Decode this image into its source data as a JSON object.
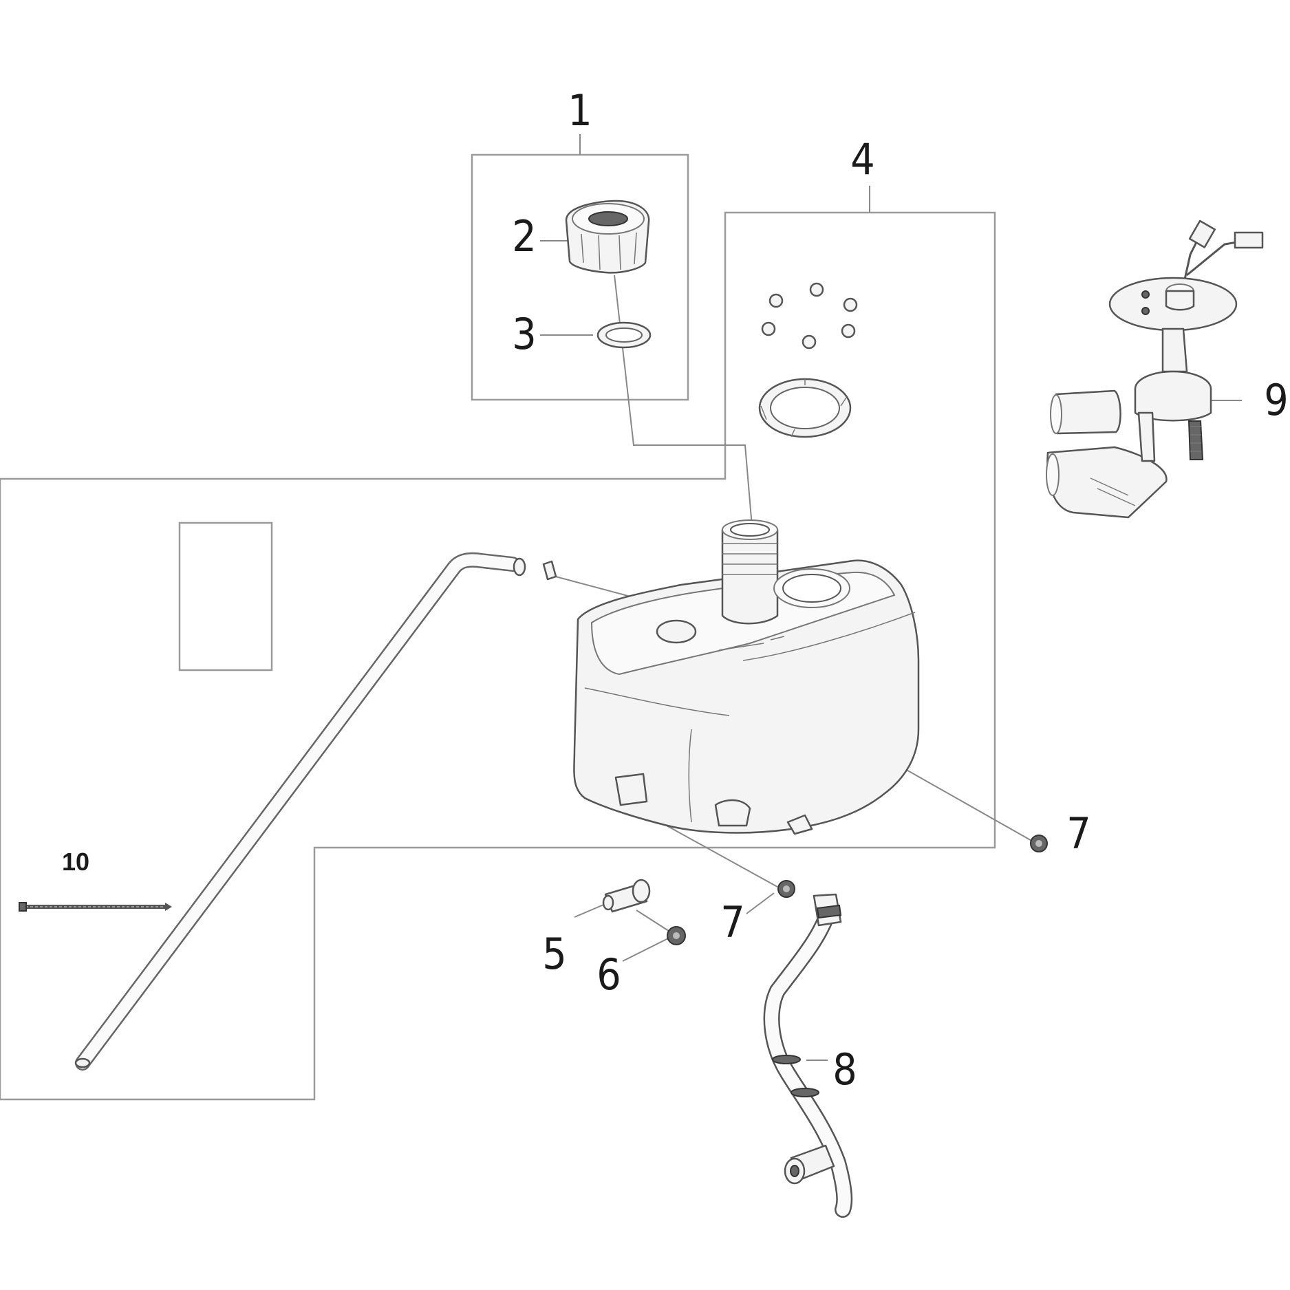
{
  "diagram": {
    "callouts": [
      {
        "id": "1",
        "label": "1"
      },
      {
        "id": "2",
        "label": "2"
      },
      {
        "id": "3",
        "label": "3"
      },
      {
        "id": "4",
        "label": "4"
      },
      {
        "id": "5",
        "label": "5"
      },
      {
        "id": "6",
        "label": "6"
      },
      {
        "id": "7a",
        "label": "7"
      },
      {
        "id": "7b",
        "label": "7"
      },
      {
        "id": "8",
        "label": "8"
      },
      {
        "id": "9",
        "label": "9"
      },
      {
        "id": "10",
        "label": "10"
      }
    ]
  }
}
